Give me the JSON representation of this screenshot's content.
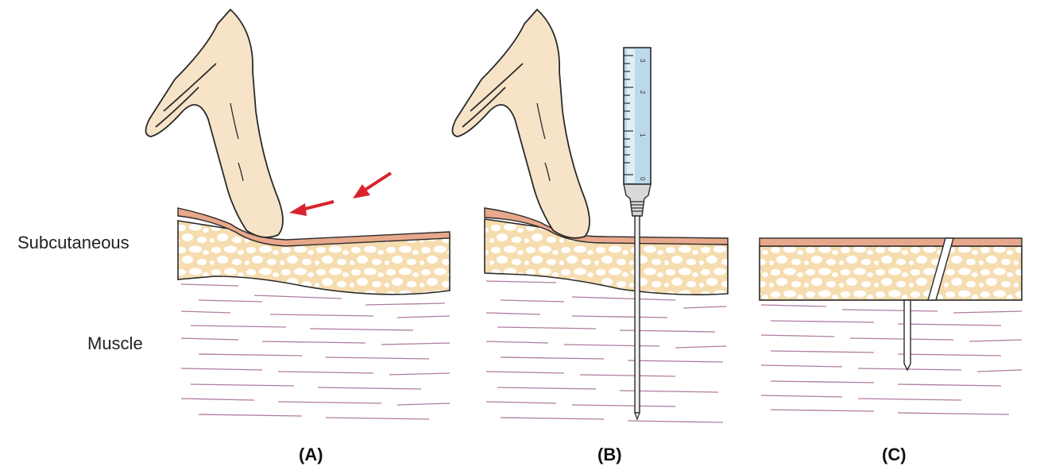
{
  "labels": {
    "subcutaneous": "Subcutaneous",
    "muscle": "Muscle"
  },
  "panels": [
    {
      "id": "A",
      "caption": "(A)"
    },
    {
      "id": "B",
      "caption": "(B)"
    },
    {
      "id": "C",
      "caption": "(C)"
    }
  ],
  "colors": {
    "skin": "#e8a88c",
    "fat": "#f6ddb0",
    "fat_globule": "#ffffff",
    "muscle_line": "#b07ca0",
    "finger": "#f7e4c8",
    "outline": "#2a2a2a",
    "arrow": "#d9232d",
    "syringe_fluid": "#bcd9ec"
  },
  "syringe": {
    "scale_marks": [
      "3",
      "2",
      "1",
      "0"
    ]
  }
}
